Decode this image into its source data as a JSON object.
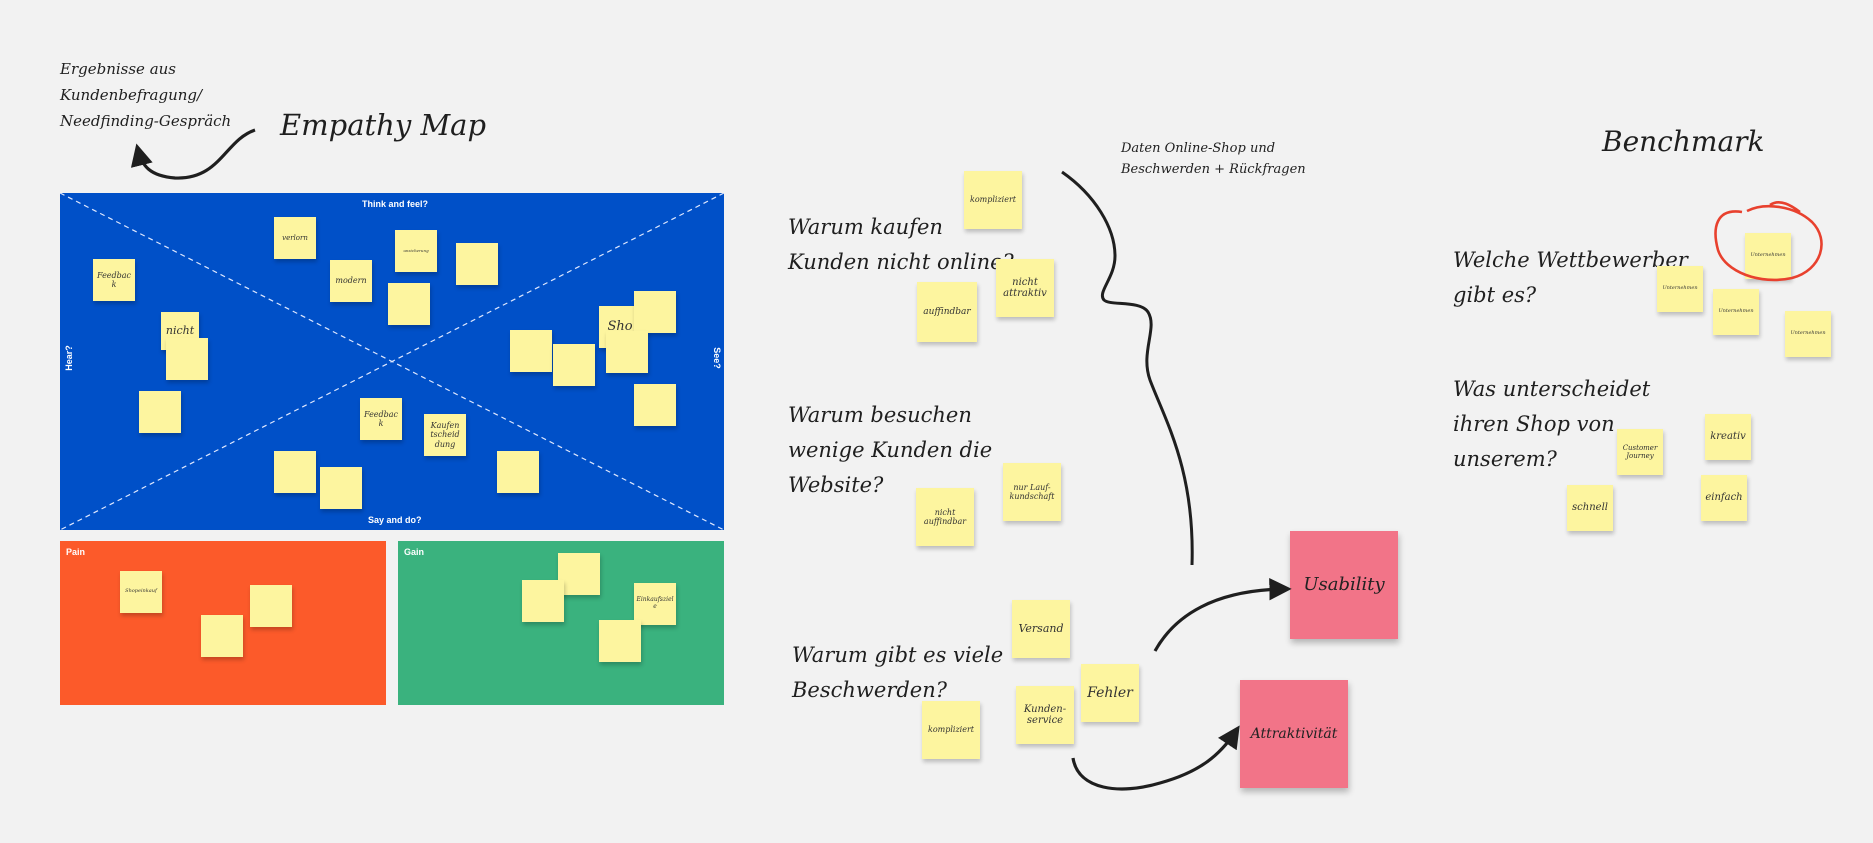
{
  "headings": {
    "results_note": [
      "Ergebnisse aus",
      "Kundenbefragung/",
      "Needfinding-Gespräch"
    ],
    "empathy_map": "Empathy Map",
    "shop_data_note": [
      "Daten Online-Shop und",
      "Beschwerden + Rückfragen"
    ],
    "benchmark": "Benchmark"
  },
  "empathy_map": {
    "think_feel": "Think and feel?",
    "hear": "Hear?",
    "see": "See?",
    "say_do": "Say and do?",
    "notes": {
      "feedback_left": "Feedback",
      "verlorn": "verlorn",
      "unsicher": "unsicherung",
      "modern": "modern",
      "nicht": "nicht",
      "shop": "Sho",
      "feedback_bottom": "Feedback",
      "kaufentscheidung": "Kaufen tscheid dung"
    }
  },
  "pain": {
    "label": "Pain",
    "note": "Shopeinkauf"
  },
  "gain": {
    "label": "Gain",
    "note": "Einkaufsziele"
  },
  "questions": {
    "q1": [
      "Warum kaufen",
      "Kunden nicht online?"
    ],
    "q2": [
      "Warum besuchen",
      "wenige Kunden die",
      "Website?"
    ],
    "q3": [
      "Warum gibt es viele",
      "Beschwerden?"
    ]
  },
  "answers": {
    "kompliziert_top": "kompliziert",
    "nicht_attraktiv": "nicht attraktiv",
    "auffindbar": "auffindbar",
    "nur_laufkundschaft": "nur Lauf- kundschaft",
    "nicht_auffindbar": "nicht auffindbar",
    "versand": "Versand",
    "fehler": "Fehler",
    "kundenservice": "Kunden- service",
    "kompliziert_bottom": "kompliziert"
  },
  "results": {
    "usability": "Usability",
    "attraktivitaet": "Attraktivität"
  },
  "benchmark": {
    "q_competitors": [
      "Welche Wettbewerber",
      "gibt es?"
    ],
    "q_difference": [
      "Was unterscheidet",
      "ihren Shop von",
      "unserem?"
    ],
    "competitors": [
      "Unternehmen",
      "Unternehmen",
      "Unternehmen",
      "Unternehmen"
    ],
    "differences": {
      "customer_journey": "Customer Journey",
      "kreativ": "kreativ",
      "schnell": "schnell",
      "einfach": "einfach"
    }
  },
  "colors": {
    "empathy_panel": "#0050c8",
    "pain_panel": "#fc5a2a",
    "gain_panel": "#3ab27e",
    "sticky_yellow": "#fdf59f",
    "sticky_pink": "#f27488",
    "highlight_circle": "#e8412e"
  }
}
